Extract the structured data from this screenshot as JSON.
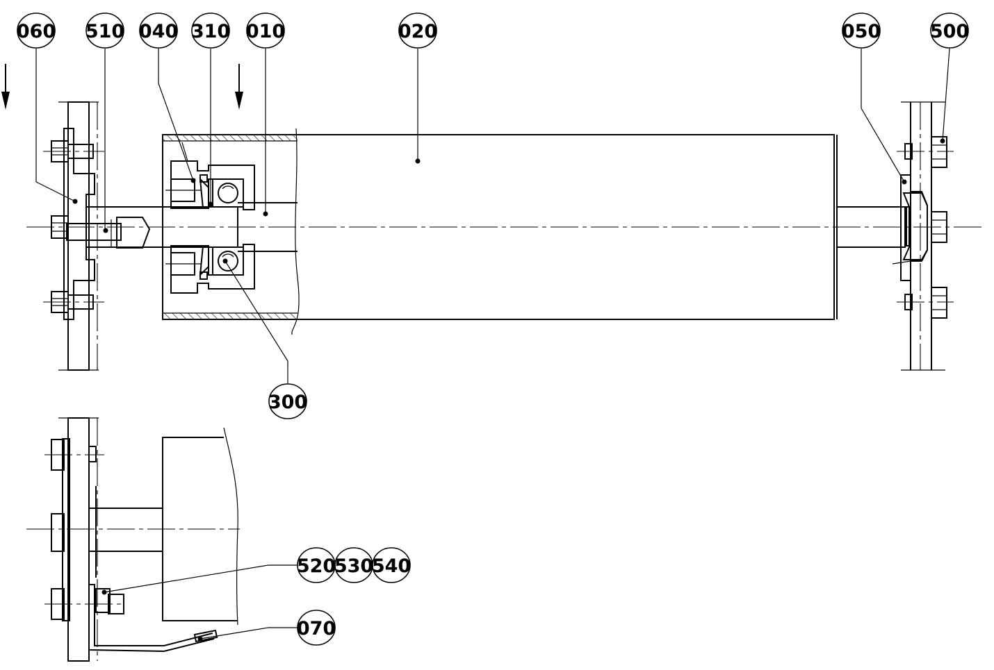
{
  "callouts": [
    {
      "id": "c060",
      "label": "060"
    },
    {
      "id": "c510",
      "label": "510"
    },
    {
      "id": "c040",
      "label": "040"
    },
    {
      "id": "c310",
      "label": "310"
    },
    {
      "id": "c010",
      "label": "010"
    },
    {
      "id": "c020",
      "label": "020"
    },
    {
      "id": "c050",
      "label": "050"
    },
    {
      "id": "c500",
      "label": "500"
    },
    {
      "id": "c300",
      "label": "300"
    },
    {
      "id": "c520",
      "label": "520"
    },
    {
      "id": "c530",
      "label": "530"
    },
    {
      "id": "c540",
      "label": "540"
    },
    {
      "id": "c070",
      "label": "070"
    }
  ]
}
